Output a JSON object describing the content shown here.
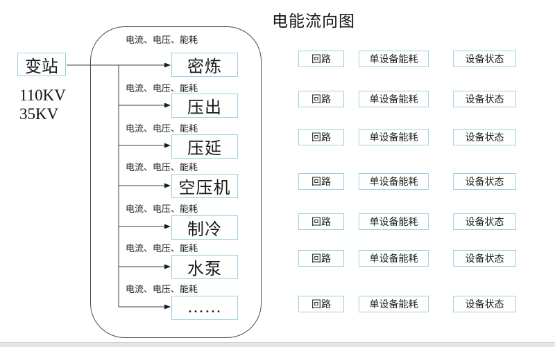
{
  "title": "电能流向图",
  "substation": {
    "label": "变站",
    "voltage_1": "110KV",
    "voltage_2": "35KV"
  },
  "flow_group": {
    "measure_label": "电流、电压、能耗",
    "processes": [
      "密炼",
      "压出",
      "压延",
      "空压机",
      "制冷",
      "水泵",
      "……"
    ]
  },
  "detail_columns": {
    "loop": "回路",
    "single_device_energy": "单设备能耗",
    "device_status": "设备状态",
    "row_count": 7
  },
  "colors": {
    "box_border": "#9ecfdf",
    "connector_line": "#3f3f3f",
    "outline": "#4d4d4d",
    "bottom_bar": "#e7e5e5"
  }
}
